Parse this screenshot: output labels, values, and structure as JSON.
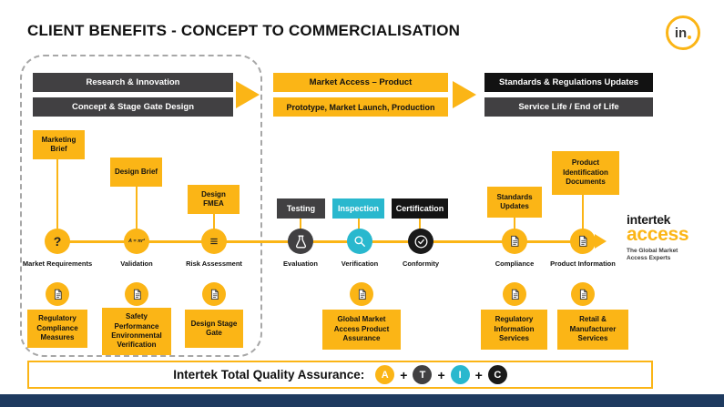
{
  "title": "CLIENT BENEFITS - CONCEPT TO COMMERCIALISATION",
  "logo": {
    "text": "in"
  },
  "colors": {
    "yellow": "#FBB516",
    "dark_gray": "#414042",
    "black": "#1A1A1A",
    "cyan": "#29B8CE",
    "navy": "#1E3A5F"
  },
  "phase1": {
    "banner1": "Research & Innovation",
    "banner2": "Concept & Stage Gate Design"
  },
  "phase2": {
    "banner1": "Market Access – Product",
    "banner2": "Prototype, Market Launch, Production"
  },
  "phase3": {
    "banner1": "Standards & Regulations Updates",
    "banner2": "Service Life / End of Life"
  },
  "briefs": [
    {
      "label": "Marketing Brief"
    },
    {
      "label": "Design Brief"
    },
    {
      "label": "Design FMEA"
    }
  ],
  "tags": [
    {
      "label": "Testing"
    },
    {
      "label": "Inspection"
    },
    {
      "label": "Certification"
    }
  ],
  "right_boxes": [
    {
      "label": "Standards Updates"
    },
    {
      "label": "Product Identification Documents"
    }
  ],
  "milestones": [
    {
      "glyph": "?",
      "label": "Market Requirements"
    },
    {
      "glyph": "A = πr²",
      "label": "Validation"
    },
    {
      "glyph": "≡",
      "label": "Risk Assessment"
    },
    {
      "label": "Evaluation"
    },
    {
      "label": "Verification"
    },
    {
      "label": "Conformity"
    },
    {
      "label": "Compliance"
    },
    {
      "label": "Product Information"
    }
  ],
  "outputs": [
    {
      "label": "Regulatory Compliance Measures"
    },
    {
      "label": "Safety Performance Environmental Verification"
    },
    {
      "label": "Design Stage Gate"
    },
    {
      "label": "Global Market Access Product Assurance"
    },
    {
      "label": "Regulatory Information Services"
    },
    {
      "label": "Retail & Manufacturer Services"
    }
  ],
  "access_logo": {
    "brand": "intertek",
    "product": "access",
    "tagline": "The Global Market Access Experts"
  },
  "tqa": {
    "label": "Intertek Total Quality Assurance:",
    "plus": "+",
    "letters": [
      {
        "letter": "A"
      },
      {
        "letter": "T"
      },
      {
        "letter": "I"
      },
      {
        "letter": "C"
      }
    ]
  }
}
